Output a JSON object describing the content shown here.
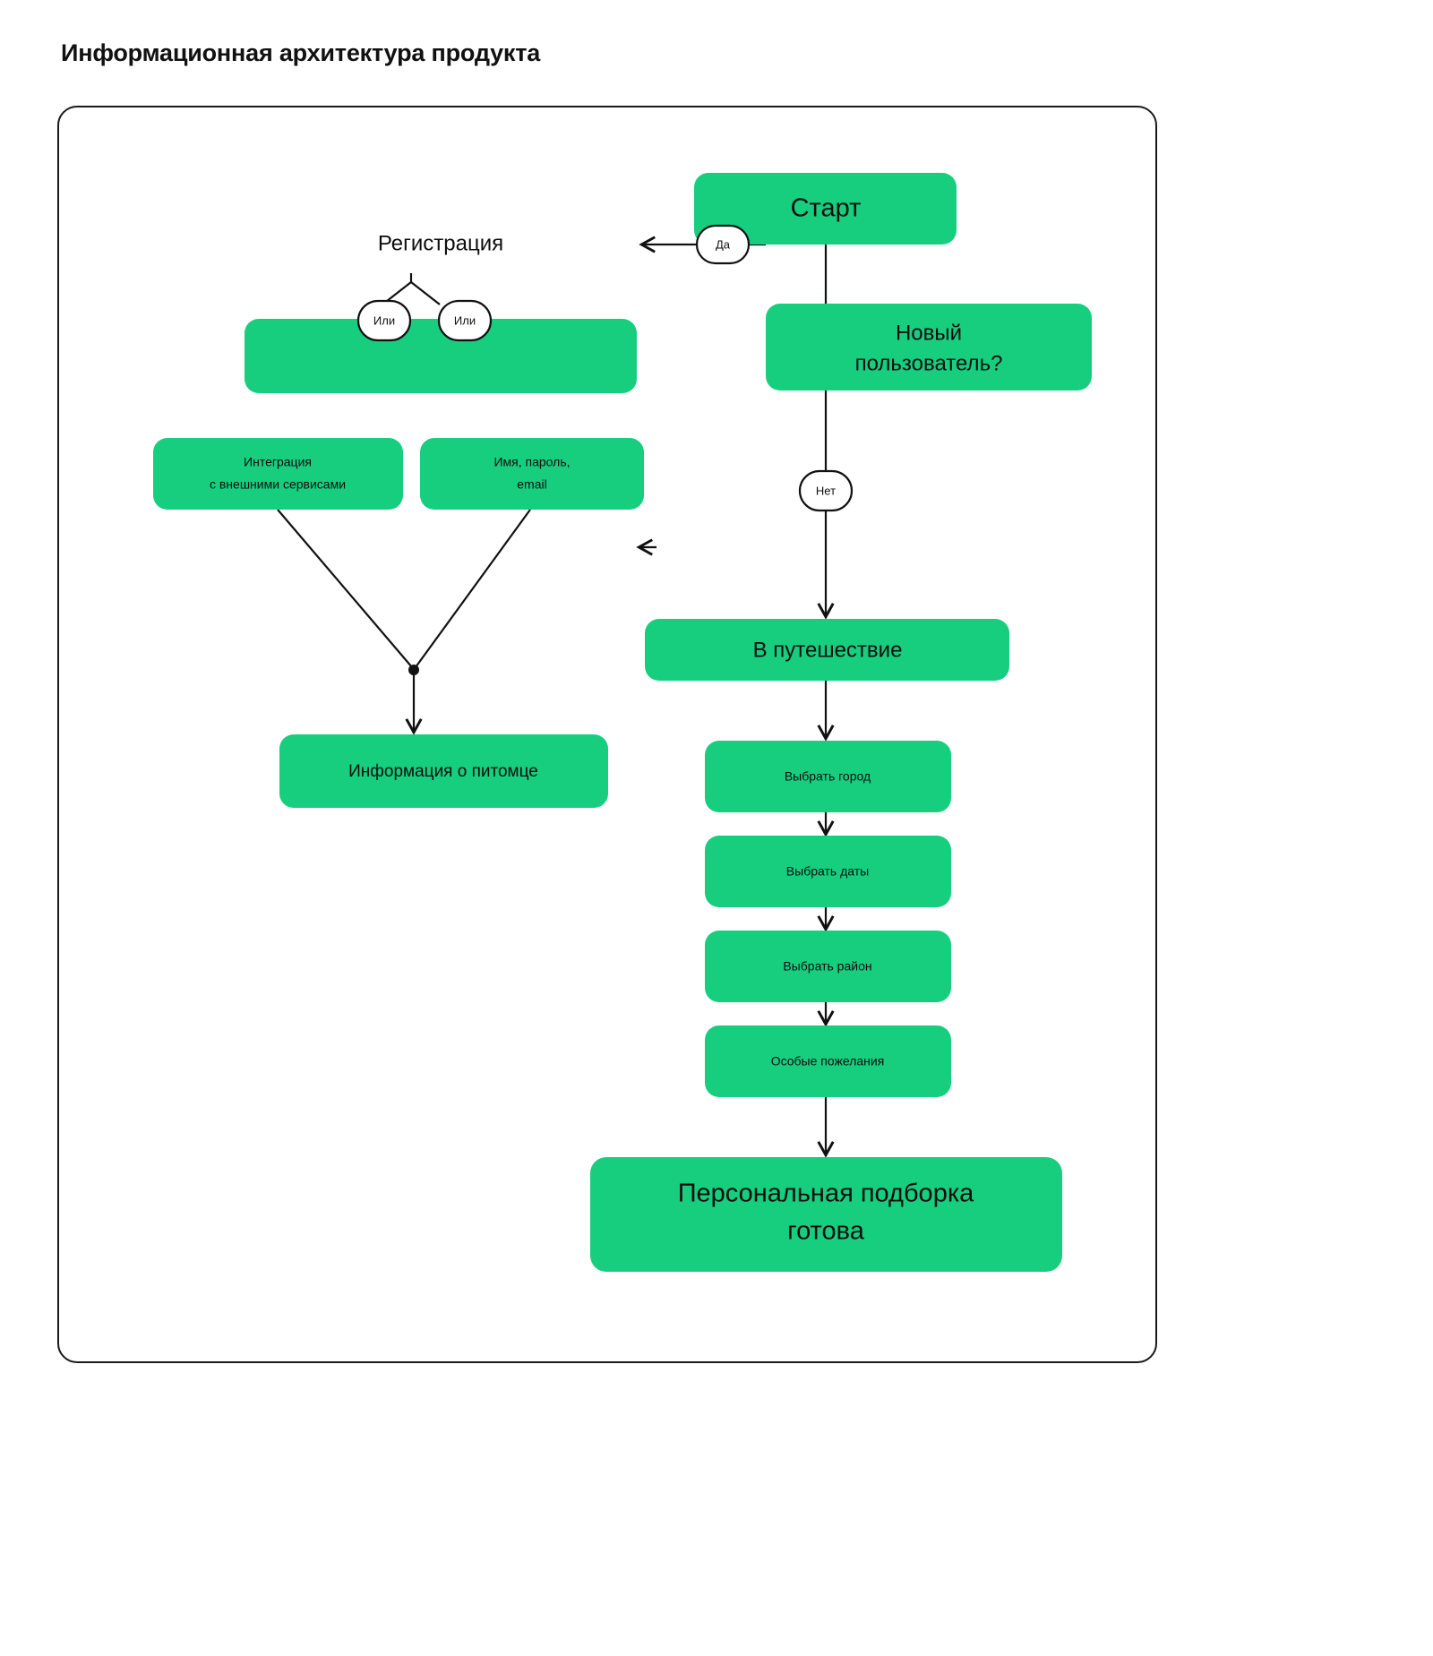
{
  "page": {
    "title": "Информационная архитектура продукта",
    "accent_color": "#17ce7f",
    "line_color": "#111111",
    "background": "#ffffff"
  },
  "chart_data": {
    "type": "diagram",
    "title": "Информационная архитектура продукта",
    "nodes": [
      {
        "id": "start",
        "label": "Старт"
      },
      {
        "id": "new_user",
        "label": "Новый пользователь?"
      },
      {
        "id": "registration",
        "label": "Регистрация"
      },
      {
        "id": "integration",
        "label": "Интеграция с внешними сервисами"
      },
      {
        "id": "credentials",
        "label": "Имя, пароль, email"
      },
      {
        "id": "pet_info",
        "label": "Информация о питомце"
      },
      {
        "id": "journey",
        "label": "В путешествие"
      },
      {
        "id": "city",
        "label": "Выбрать город"
      },
      {
        "id": "dates",
        "label": "Выбрать даты"
      },
      {
        "id": "district",
        "label": "Выбрать район"
      },
      {
        "id": "wishes",
        "label": "Особые пожелания"
      },
      {
        "id": "result",
        "label": "Персональная подборка готова"
      }
    ],
    "edges": [
      {
        "from": "start",
        "to": "new_user",
        "label": ""
      },
      {
        "from": "new_user",
        "to": "registration",
        "label": "Да"
      },
      {
        "from": "new_user",
        "to": "journey",
        "label": "Нет"
      },
      {
        "from": "registration",
        "to": "integration",
        "label": "Или"
      },
      {
        "from": "registration",
        "to": "credentials",
        "label": "Или"
      },
      {
        "from": "integration",
        "to": "pet_info",
        "label": ""
      },
      {
        "from": "credentials",
        "to": "pet_info",
        "label": ""
      },
      {
        "from": "pet_info",
        "to": "journey",
        "label": ""
      },
      {
        "from": "journey",
        "to": "city",
        "label": ""
      },
      {
        "from": "city",
        "to": "dates",
        "label": ""
      },
      {
        "from": "dates",
        "to": "district",
        "label": ""
      },
      {
        "from": "district",
        "to": "wishes",
        "label": ""
      },
      {
        "from": "wishes",
        "to": "result",
        "label": ""
      }
    ]
  },
  "nodes": {
    "start": {
      "label": "Старт"
    },
    "new_user": {
      "line1": "Новый",
      "line2": "пользователь?"
    },
    "registration": {
      "label": "Регистрация"
    },
    "integration": {
      "line1": "Интеграция",
      "line2": "с внешними сервисами"
    },
    "credentials": {
      "line1": "Имя, пароль,",
      "line2": "email"
    },
    "pet_info": {
      "label": "Информация о питомце"
    },
    "journey": {
      "label": "В путешествие"
    },
    "city": {
      "label": "Выбрать город"
    },
    "dates": {
      "label": "Выбрать даты"
    },
    "district": {
      "label": "Выбрать район"
    },
    "wishes": {
      "label": "Особые пожелания"
    },
    "result": {
      "line1": "Персональная подборка",
      "line2": "готова"
    }
  },
  "edge_labels": {
    "yes": "Да",
    "no": "Нет",
    "or_left": "Или",
    "or_right": "Или"
  }
}
